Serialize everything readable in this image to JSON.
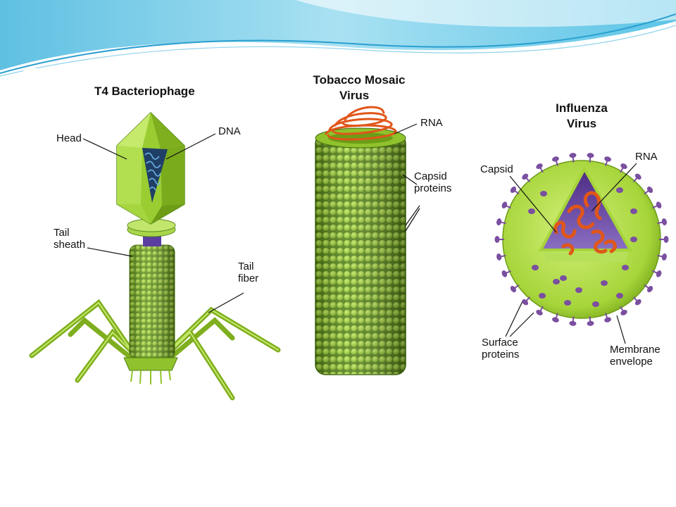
{
  "colors": {
    "swoosh_light": "#e8f6fb",
    "swoosh_mid": "#8fd3ea",
    "swoosh_dark": "#2a9fd0",
    "virus_green": "#9acd32",
    "virus_dark_green": "#5b8c1a",
    "rna_orange": "#e0561a",
    "protein_purple": "#7a4fa0",
    "dna_blue": "#2f5f8f"
  },
  "phage": {
    "title": "T4 Bacteriophage",
    "labels": {
      "head": "Head",
      "dna": "DNA",
      "tail_sheath_line1": "Tail",
      "tail_sheath_line2": "sheath",
      "tail_fiber_line1": "Tail",
      "tail_fiber_line2": "fiber"
    }
  },
  "tmv": {
    "title_line1": "Tobacco Mosaic",
    "title_line2": "Virus",
    "labels": {
      "rna": "RNA",
      "capsid_line1": "Capsid",
      "capsid_line2": "proteins"
    }
  },
  "flu": {
    "title_line1": "Influenza",
    "title_line2": "Virus",
    "labels": {
      "capsid": "Capsid",
      "rna": "RNA",
      "surface_line1": "Surface",
      "surface_line2": "proteins",
      "membrane_line1": "Membrane",
      "membrane_line2": "envelope"
    }
  }
}
